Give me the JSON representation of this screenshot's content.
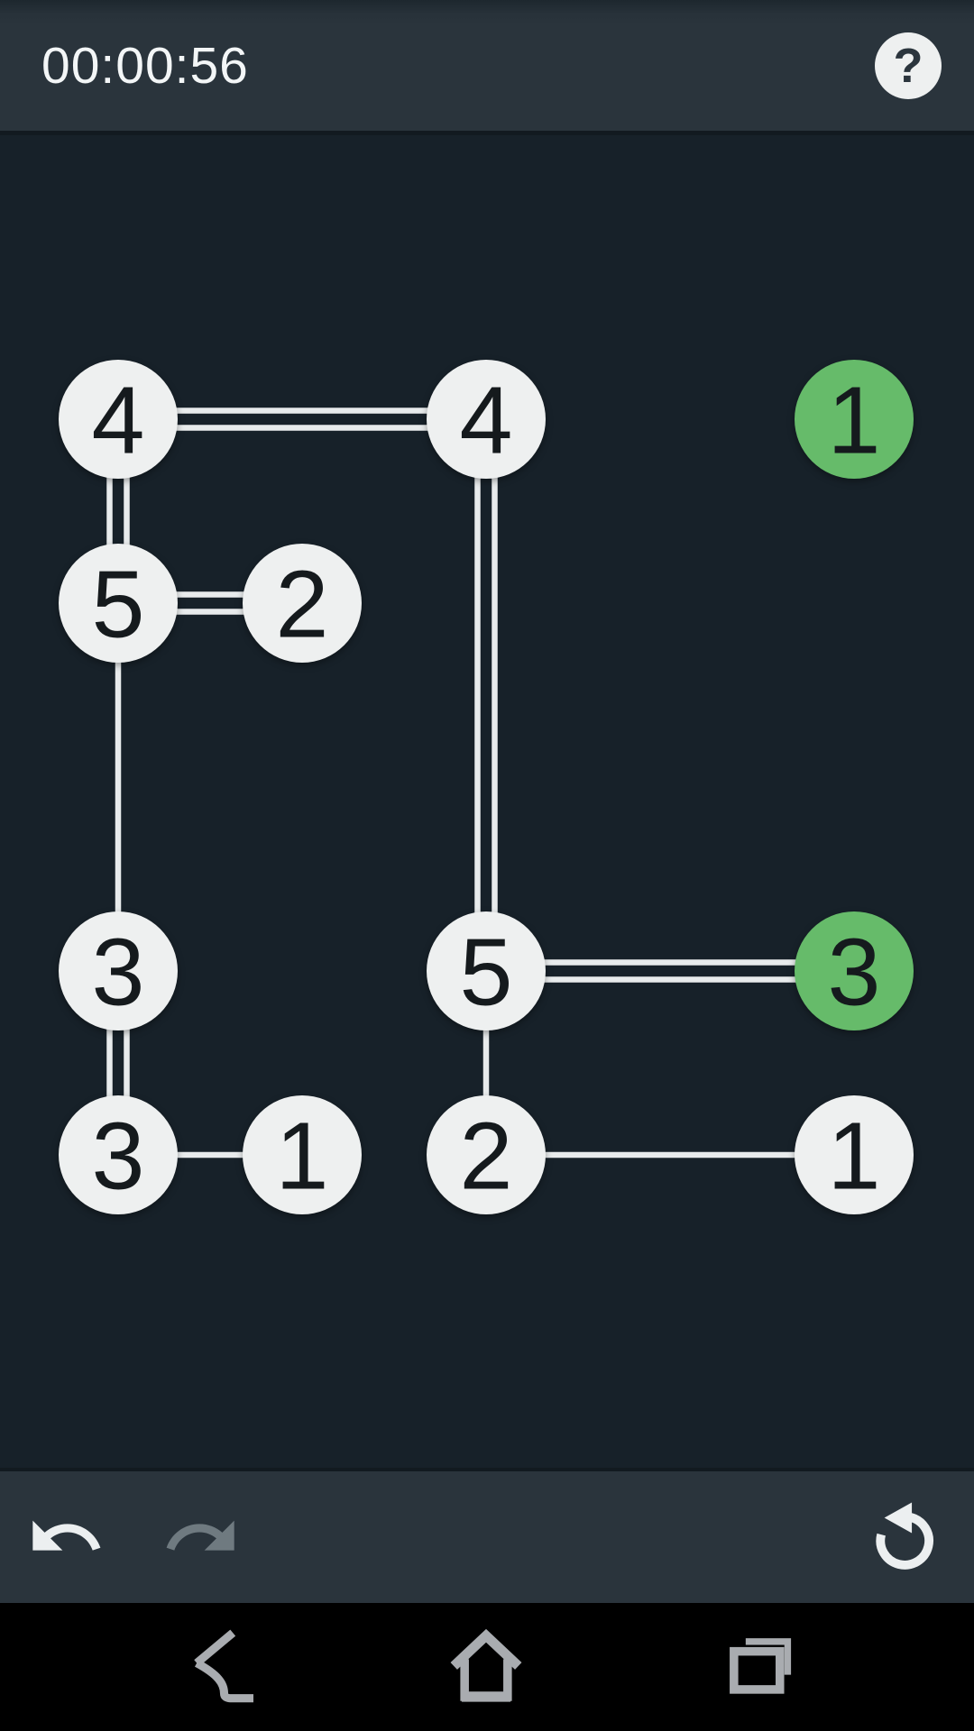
{
  "colors": {
    "app_bar": "#2a343c",
    "board_bg": "#172129",
    "toolbar": "#2a343c",
    "navbar": "#000000",
    "node_white": "#eef0f0",
    "node_green": "#66bb6a",
    "node_text": "#151a1d",
    "bridge": "#e8ebec",
    "timer_text": "#f3f6f7",
    "icon_light": "#eceff0",
    "icon_disabled": "#6f7a80",
    "nav_icon": "#a9acb0"
  },
  "header": {
    "timer": "00:00:56",
    "help_glyph": "?"
  },
  "board": {
    "grid": {
      "cols": [
        131,
        335,
        539,
        743,
        947
      ],
      "rows": [
        315,
        519,
        723,
        927,
        1131
      ]
    },
    "node_radius": 66,
    "double_bridge_offset": 9.5,
    "nodes": [
      {
        "id": "A",
        "value": 4,
        "col": 0,
        "row": 0,
        "state": "white"
      },
      {
        "id": "B",
        "value": 4,
        "col": 2,
        "row": 0,
        "state": "white"
      },
      {
        "id": "C",
        "value": 1,
        "col": 4,
        "row": 0,
        "state": "green"
      },
      {
        "id": "D",
        "value": 5,
        "col": 0,
        "row": 1,
        "state": "white"
      },
      {
        "id": "E",
        "value": 2,
        "col": 1,
        "row": 1,
        "state": "white"
      },
      {
        "id": "F",
        "value": 3,
        "col": 0,
        "row": 3,
        "state": "white"
      },
      {
        "id": "G",
        "value": 5,
        "col": 2,
        "row": 3,
        "state": "white"
      },
      {
        "id": "H",
        "value": 3,
        "col": 4,
        "row": 3,
        "state": "green"
      },
      {
        "id": "I",
        "value": 3,
        "col": 0,
        "row": 4,
        "state": "white"
      },
      {
        "id": "J",
        "value": 1,
        "col": 1,
        "row": 4,
        "state": "white"
      },
      {
        "id": "K",
        "value": 2,
        "col": 2,
        "row": 4,
        "state": "white"
      },
      {
        "id": "L",
        "value": 1,
        "col": 4,
        "row": 4,
        "state": "white"
      }
    ],
    "bridges": [
      {
        "from": "A",
        "to": "B",
        "count": 2
      },
      {
        "from": "A",
        "to": "D",
        "count": 2
      },
      {
        "from": "D",
        "to": "E",
        "count": 2
      },
      {
        "from": "D",
        "to": "F",
        "count": 1
      },
      {
        "from": "B",
        "to": "G",
        "count": 2
      },
      {
        "from": "F",
        "to": "I",
        "count": 2
      },
      {
        "from": "I",
        "to": "J",
        "count": 1
      },
      {
        "from": "G",
        "to": "H",
        "count": 2
      },
      {
        "from": "G",
        "to": "K",
        "count": 1
      },
      {
        "from": "K",
        "to": "L",
        "count": 1
      }
    ]
  },
  "toolbar": {
    "buttons": [
      {
        "name": "undo",
        "icon": "undo-arrow-icon",
        "enabled": true
      },
      {
        "name": "redo",
        "icon": "redo-arrow-icon",
        "enabled": false
      },
      {
        "name": "restart",
        "icon": "restart-circular-arrow-icon",
        "enabled": true
      }
    ]
  },
  "navbar": {
    "buttons": [
      {
        "name": "back",
        "icon": "back-arrow-icon"
      },
      {
        "name": "home",
        "icon": "home-icon"
      },
      {
        "name": "recents",
        "icon": "recents-icon"
      }
    ]
  }
}
